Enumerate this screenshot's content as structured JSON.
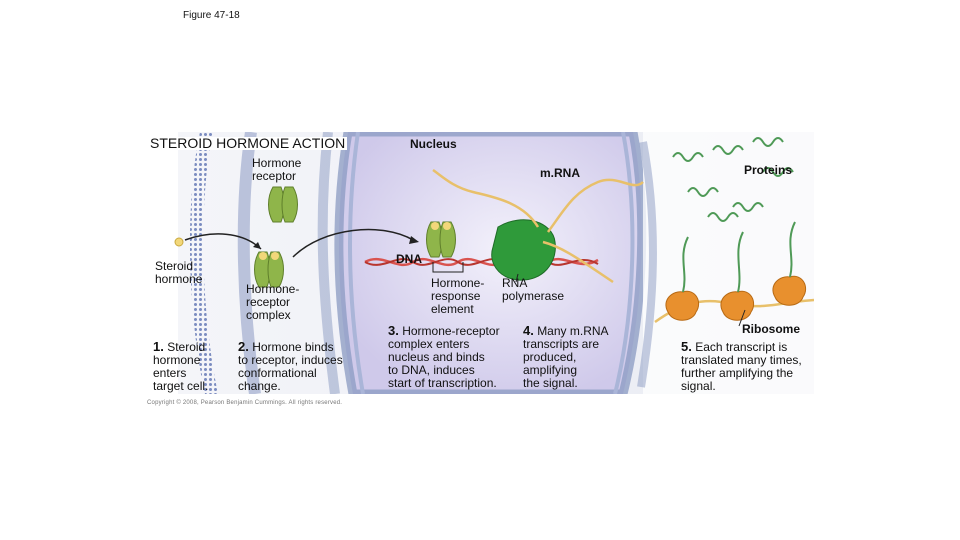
{
  "figure_label": "Figure 47-18",
  "title": "STEROID HORMONE ACTION",
  "labels": {
    "nucleus": "Nucleus",
    "hormone_receptor": [
      "Hormone",
      "receptor"
    ],
    "mrna": "m.RNA",
    "proteins": "Proteins",
    "steroid_hormone": [
      "Steroid",
      "hormone"
    ],
    "hormone_receptor_complex": [
      "Hormone-",
      "receptor",
      "complex"
    ],
    "dna": "DNA",
    "hormone_response_element": [
      "Hormone-",
      "response",
      "element"
    ],
    "rna_polymerase": [
      "RNA",
      "polymerase"
    ],
    "ribosome": "Ribosome"
  },
  "steps": [
    {
      "num": "1.",
      "lines": [
        "Steroid",
        "hormone",
        "enters",
        "target cell."
      ]
    },
    {
      "num": "2.",
      "lines": [
        "Hormone binds",
        "to receptor, induces",
        "conformational",
        "change."
      ]
    },
    {
      "num": "3.",
      "lines": [
        "Hormone-receptor",
        "complex enters",
        "nucleus and binds",
        "to DNA, induces",
        "start of transcription."
      ]
    },
    {
      "num": "4.",
      "lines": [
        "Many m.RNA",
        "transcripts are",
        "produced,",
        "amplifying",
        "the signal."
      ]
    },
    {
      "num": "5.",
      "lines": [
        "Each transcript is",
        "translated many times,",
        "further amplifying the",
        "signal."
      ]
    }
  ],
  "copyright": "Copyright © 2008, Pearson Benjamin Cummings. All rights reserved.",
  "colors": {
    "cytoplasm": "#eceff5",
    "membrane": "#8a99c2",
    "nucleus": "#d9d6ee",
    "receptor": "#8fb54a",
    "hormone": "#f2d77a",
    "dna": "#d9534f",
    "mrna": "#e8c06a",
    "polymerase": "#2f9a3a",
    "ribosome": "#e8902e",
    "protein": "#4f9a57"
  }
}
